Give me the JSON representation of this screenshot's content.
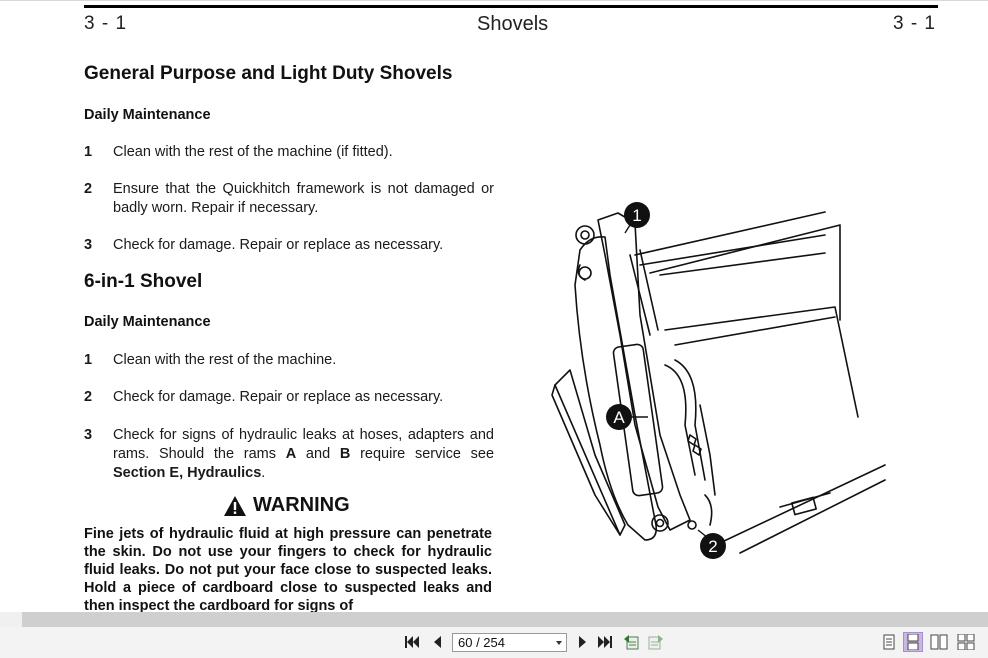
{
  "header": {
    "left_number": "3 - 1",
    "title": "Shovels",
    "right_number": "3 - 1"
  },
  "section1": {
    "heading": "General Purpose and Light Duty Shovels",
    "subheading": "Daily Maintenance",
    "items": [
      {
        "num": "1",
        "text": "Clean with the rest of the machine (if fitted)."
      },
      {
        "num": "2",
        "text": "Ensure that the Quickhitch framework is not damaged or badly worn. Repair if necessary."
      },
      {
        "num": "3",
        "text": "Check for damage. Repair or replace as necessary."
      }
    ]
  },
  "section2": {
    "heading": "6-in-1 Shovel",
    "subheading": "Daily Maintenance",
    "items": [
      {
        "num": "1",
        "text": "Clean with the rest of the machine."
      },
      {
        "num": "2",
        "text": "Check for damage. Repair or replace as necessary."
      },
      {
        "num": "3",
        "text_a": "Check for signs of hydraulic leaks at hoses, adapters and rams. Should the rams ",
        "ram_a": "A",
        "text_b": " and ",
        "ram_b": "B",
        "text_c": " require service see ",
        "ref": "Section E, Hydraulics",
        "text_d": "."
      }
    ]
  },
  "warning": {
    "title": "WARNING",
    "body": "Fine jets of hydraulic fluid at high pressure can penetrate the skin. Do not use your fingers to check for hydraulic fluid leaks. Do not put your face close to suspected leaks. Hold a piece of cardboard close to suspected leaks and then inspect the cardboard for signs of"
  },
  "illustration": {
    "callout_1": "1",
    "callout_2": "2",
    "callout_a": "A"
  },
  "viewer": {
    "page_indicator": "60 / 254"
  }
}
